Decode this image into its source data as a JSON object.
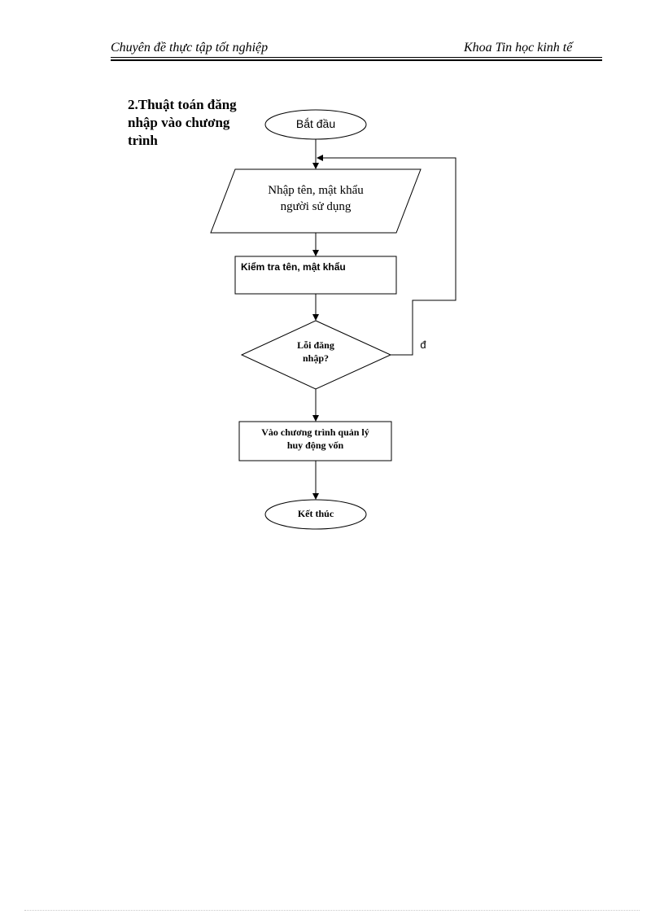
{
  "header": {
    "left": "Chuyên đề thực tập tốt nghiệp",
    "right": "Khoa Tin học kinh tế"
  },
  "section_title": "2.Thuật toán đăng nhập vào chương trình",
  "flowchart": {
    "start": "Bắt đầu",
    "input_line1": "Nhập tên, mật khẩu",
    "input_line2": "người sử dụng",
    "check": "Kiểm tra tên, mật khẩu",
    "decision_line1": "Lỗi đăng",
    "decision_line2": "nhập?",
    "decision_branch": "đ",
    "process_line1": "Vào chương trình quản lý",
    "process_line2": "huy động vốn",
    "end": "Kết thúc"
  }
}
